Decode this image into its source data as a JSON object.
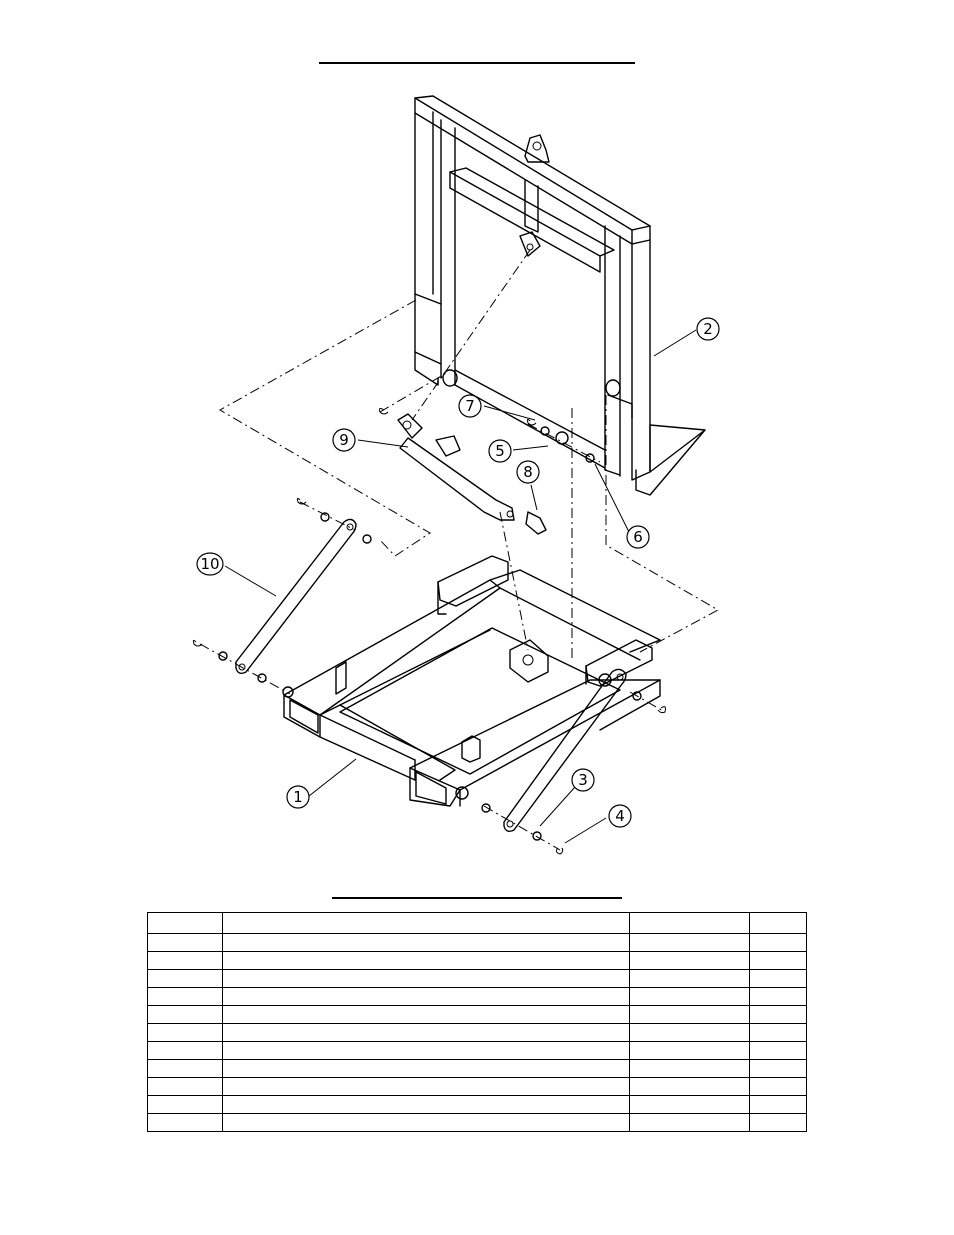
{
  "diagram": {
    "balloons": [
      {
        "id": "balloon-1",
        "label": "1"
      },
      {
        "id": "balloon-2",
        "label": "2"
      },
      {
        "id": "balloon-3",
        "label": "3"
      },
      {
        "id": "balloon-4",
        "label": "4"
      },
      {
        "id": "balloon-5",
        "label": "5"
      },
      {
        "id": "balloon-6",
        "label": "6"
      },
      {
        "id": "balloon-7",
        "label": "7"
      },
      {
        "id": "balloon-8",
        "label": "8"
      },
      {
        "id": "balloon-9",
        "label": "9"
      },
      {
        "id": "balloon-10",
        "label": "10"
      }
    ]
  },
  "parts_table": {
    "header": [
      "",
      "",
      "",
      ""
    ],
    "rows": [
      [
        "",
        "",
        "",
        ""
      ],
      [
        "",
        "",
        "",
        ""
      ],
      [
        "",
        "",
        "",
        ""
      ],
      [
        "",
        "",
        "",
        ""
      ],
      [
        "",
        "",
        "",
        ""
      ],
      [
        "",
        "",
        "",
        ""
      ],
      [
        "",
        "",
        "",
        ""
      ],
      [
        "",
        "",
        "",
        ""
      ],
      [
        "",
        "",
        "",
        ""
      ],
      [
        "",
        "",
        "",
        ""
      ],
      [
        "",
        "",
        "",
        ""
      ]
    ]
  }
}
